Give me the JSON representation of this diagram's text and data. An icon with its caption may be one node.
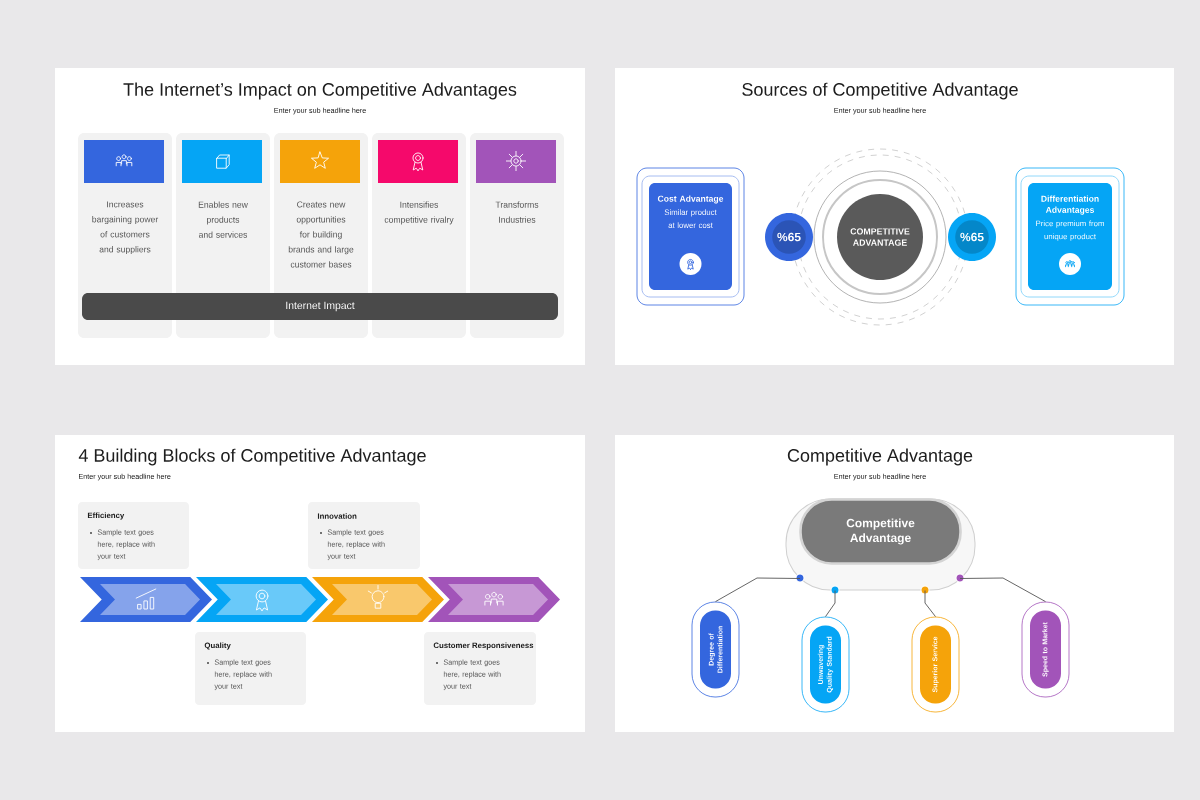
{
  "diagram": {
    "nodes": [
      {
        "text": [
          "The Internet’s Impact on Competitive Advantages",
          "Enter your sub headline here"
        ]
      },
      {
        "text": [
          "Increases bargaining power of customers and suppliers"
        ],
        "in": 0
      },
      {
        "text": [
          "Enables new products and services"
        ],
        "in": 0
      },
      {
        "text": [
          "Creates new opportunities for building brands and large customer bases"
        ],
        "in": 0
      },
      {
        "text": [
          "Intensifies competitive rivalry"
        ],
        "in": 0
      },
      {
        "text": [
          "Transforms Industries"
        ],
        "in": 0
      },
      {
        "text": [
          "Internet Impact"
        ],
        "in": 0
      },
      {
        "text": [
          "Sources of Competitive Advantage",
          "Enter your sub headline here"
        ]
      },
      {
        "text": [
          "Cost Advantage",
          "Similar product at lower cost"
        ],
        "in": 7
      },
      {
        "text": [
          "%65"
        ],
        "in": 7
      },
      {
        "text": [
          "COMPETITIVE ADVANTAGE"
        ],
        "in": 7
      },
      {
        "text": [
          "%65"
        ],
        "in": 7
      },
      {
        "text": [
          "Differentiation Advantages",
          "Price premium from unique product"
        ],
        "in": 7
      },
      {
        "text": [
          "4 Building Blocks of Competitive Advantage",
          "Enter your sub headline here"
        ]
      },
      {
        "text": [
          "Efficiency",
          "Sample text goes here, replace with your text"
        ],
        "in": 13
      },
      {
        "text": [
          "Innovation",
          "Sample text goes here, replace with your text"
        ],
        "in": 13
      },
      {
        "text": [],
        "shape": "chevron",
        "in": 13
      },
      {
        "text": [],
        "shape": "chevron",
        "in": 13
      },
      {
        "text": [],
        "shape": "chevron",
        "in": 13
      },
      {
        "text": [],
        "shape": "chevron",
        "in": 13
      },
      {
        "text": [
          "Quality",
          "Sample text goes here, replace with your text"
        ],
        "in": 13
      },
      {
        "text": [
          "Customer Responsiveness",
          "Sample text goes here, replace with your text"
        ],
        "in": 13
      },
      {
        "text": [
          "Competitive Advantage",
          "Enter your sub headline here"
        ]
      },
      {
        "text": [
          "Competitive Advantage"
        ],
        "in": 22
      },
      {
        "text": [
          "Degree of Differentiation"
        ],
        "in": 22
      },
      {
        "text": [
          "Unwavering Quality Standard"
        ],
        "in": 22
      },
      {
        "text": [
          "Superior Service"
        ],
        "in": 22
      },
      {
        "text": [
          "Speed to Market"
        ],
        "in": 22
      }
    ],
    "edges": [
      {
        "from": 23,
        "to": 24,
        "arrow": "none"
      },
      {
        "from": 23,
        "to": 25,
        "arrow": "none"
      },
      {
        "from": 23,
        "to": 26,
        "arrow": "none"
      },
      {
        "from": 23,
        "to": 27,
        "arrow": "none"
      }
    ]
  }
}
